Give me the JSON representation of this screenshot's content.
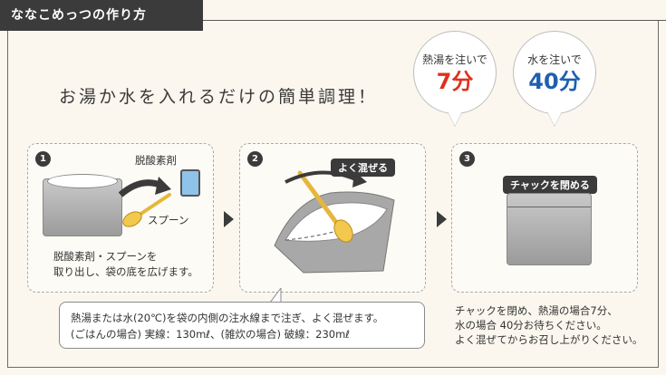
{
  "header": {
    "title": "ななこめっつの作り方"
  },
  "headline": "お湯か水を入れるだけの簡単調理！",
  "bubbles": [
    {
      "label": "熱湯を注いで",
      "value": "7分",
      "color": "#e0301e"
    },
    {
      "label": "水を注いで",
      "value": "40分",
      "color": "#1f5fb0"
    }
  ],
  "steps": [
    {
      "number": "1",
      "label_oxygen": "脱酸素剤",
      "label_spoon": "スプーン",
      "caption_line1": "脱酸素剤・スプーンを",
      "caption_line2": "取り出し、袋の底を広げます。"
    },
    {
      "number": "2",
      "tag": "よく混ぜる"
    },
    {
      "number": "3",
      "tag": "チャックを閉める"
    }
  ],
  "note": {
    "line1": "熱湯または水(20℃)を袋の内側の注水線まで注ぎ、よく混ぜます。",
    "line2": "(ごはんの場合) 実線：130mℓ、(雑炊の場合) 破線：230mℓ"
  },
  "closing": {
    "line1": "チャックを閉め、熱湯の場合7分、",
    "line2": "水の場合 40分お待ちください。",
    "line3": "よく混ぜてからお召し上がりください。"
  },
  "icons": {
    "arrow": "right-triangle-icon",
    "spoon": "spoon-icon",
    "packet": "oxygen-absorber-icon"
  }
}
